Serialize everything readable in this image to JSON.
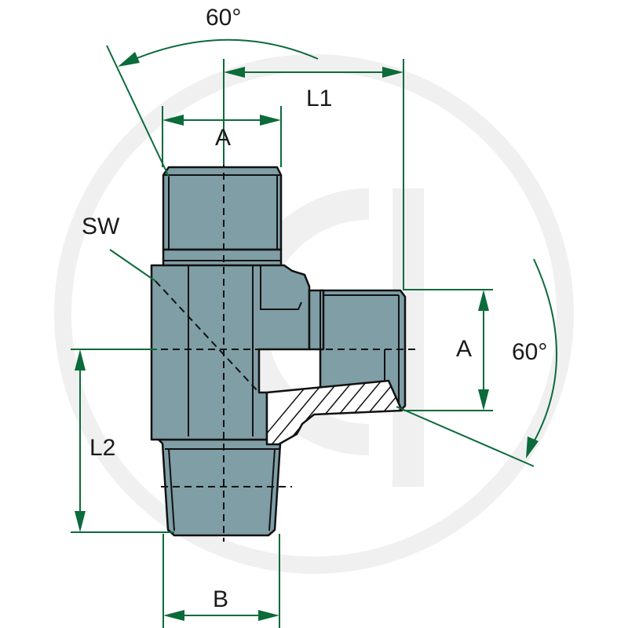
{
  "drawing": {
    "labels": {
      "angle_top": "60°",
      "angle_right": "60°",
      "L1": "L1",
      "L2": "L2",
      "A_top": "A",
      "A_right": "A",
      "SW": "SW",
      "B": "B"
    },
    "colors": {
      "dimension_lines": "#0b6b3a",
      "part_fill": "#7f9ea6",
      "outline": "#111111",
      "watermark": "#f0f0f0"
    }
  }
}
